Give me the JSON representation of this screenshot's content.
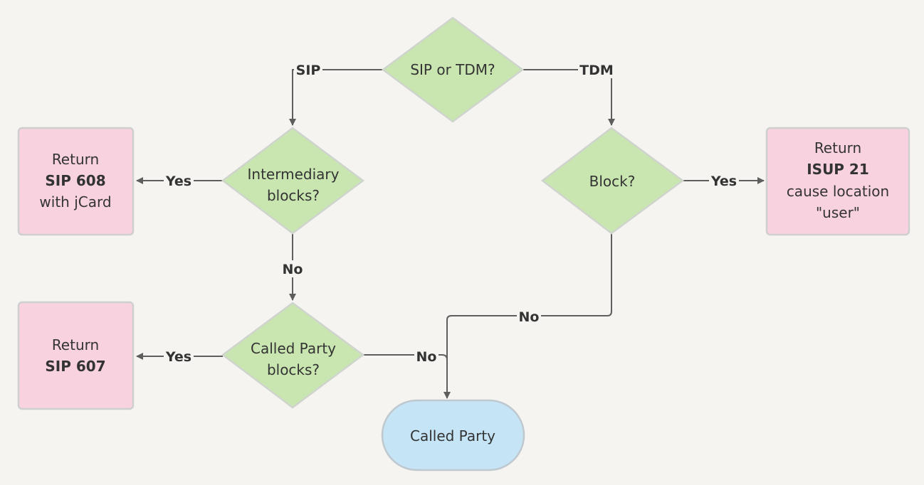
{
  "nodes": {
    "sip_or_tdm": "SIP or TDM?",
    "intermediary": [
      "Intermediary",
      "blocks?"
    ],
    "called_party_decision": [
      "Called Party",
      "blocks?"
    ],
    "block": "Block?",
    "return_608": [
      "Return",
      "SIP 608",
      "with jCard"
    ],
    "return_607": [
      "Return",
      "SIP 607"
    ],
    "return_isup": [
      "Return",
      "ISUP 21",
      "cause location",
      "\"user\""
    ],
    "called_party_terminal": "Called Party"
  },
  "edges": {
    "sip": "SIP",
    "tdm": "TDM",
    "yes_608": "Yes",
    "no_intermediary": "No",
    "yes_607": "Yes",
    "no_called_party": "No",
    "yes_isup": "Yes",
    "no_block": "No"
  }
}
